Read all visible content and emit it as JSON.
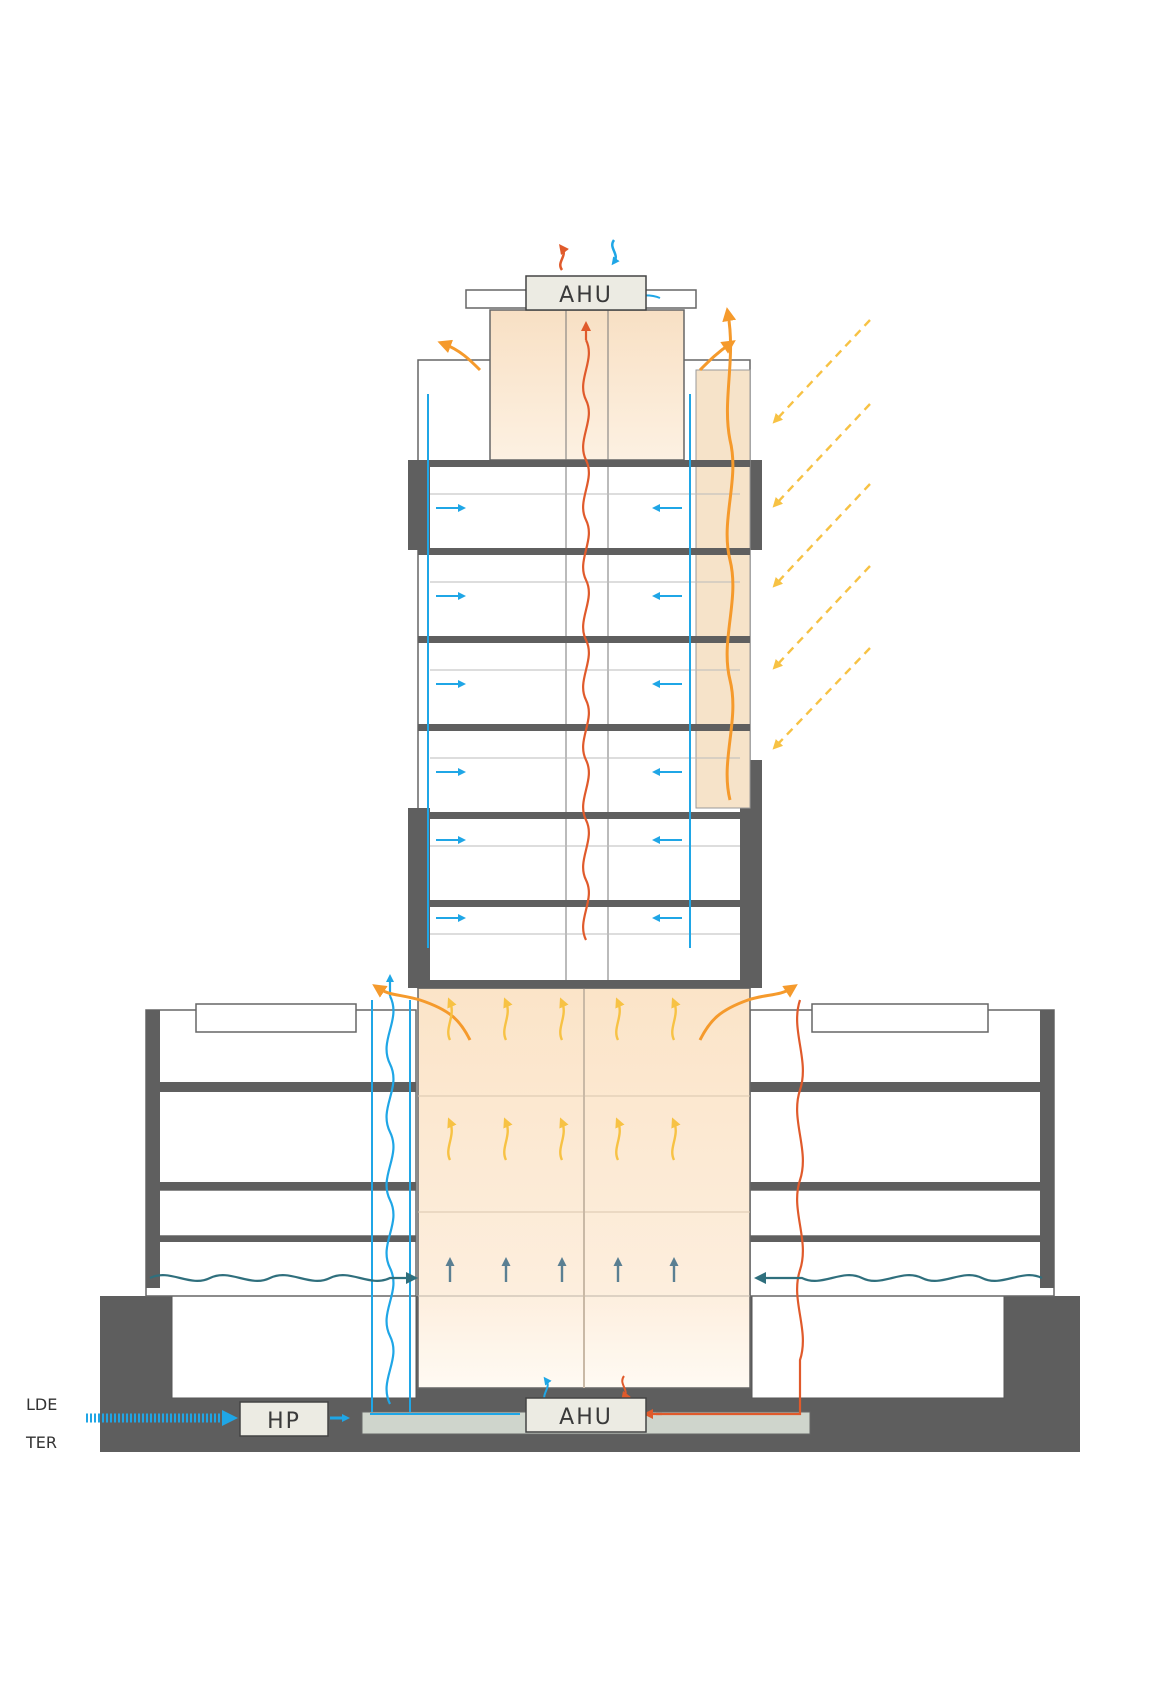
{
  "units": {
    "ahu_top": "AHU",
    "ahu_bottom": "AHU",
    "hp": "HP"
  },
  "legend": {
    "line1": "LDE",
    "line2": "TER"
  },
  "colors": {
    "supply_air": "#1fa6e6",
    "exhaust_air": "#e05a2b",
    "warm_rise": "#f59a2c",
    "solar": "#f7c244",
    "cross_vent": "#2f6f7d",
    "atrium_fill": "#fbe7d0",
    "structure": "#5f5f5f",
    "ground": "#5e5e5e"
  },
  "icons": {
    "exhaust": "wavy-arrow-up-icon",
    "intake": "wavy-arrow-down-icon",
    "solar": "dashed-arrow-icon",
    "supply": "arrow-right-icon"
  }
}
